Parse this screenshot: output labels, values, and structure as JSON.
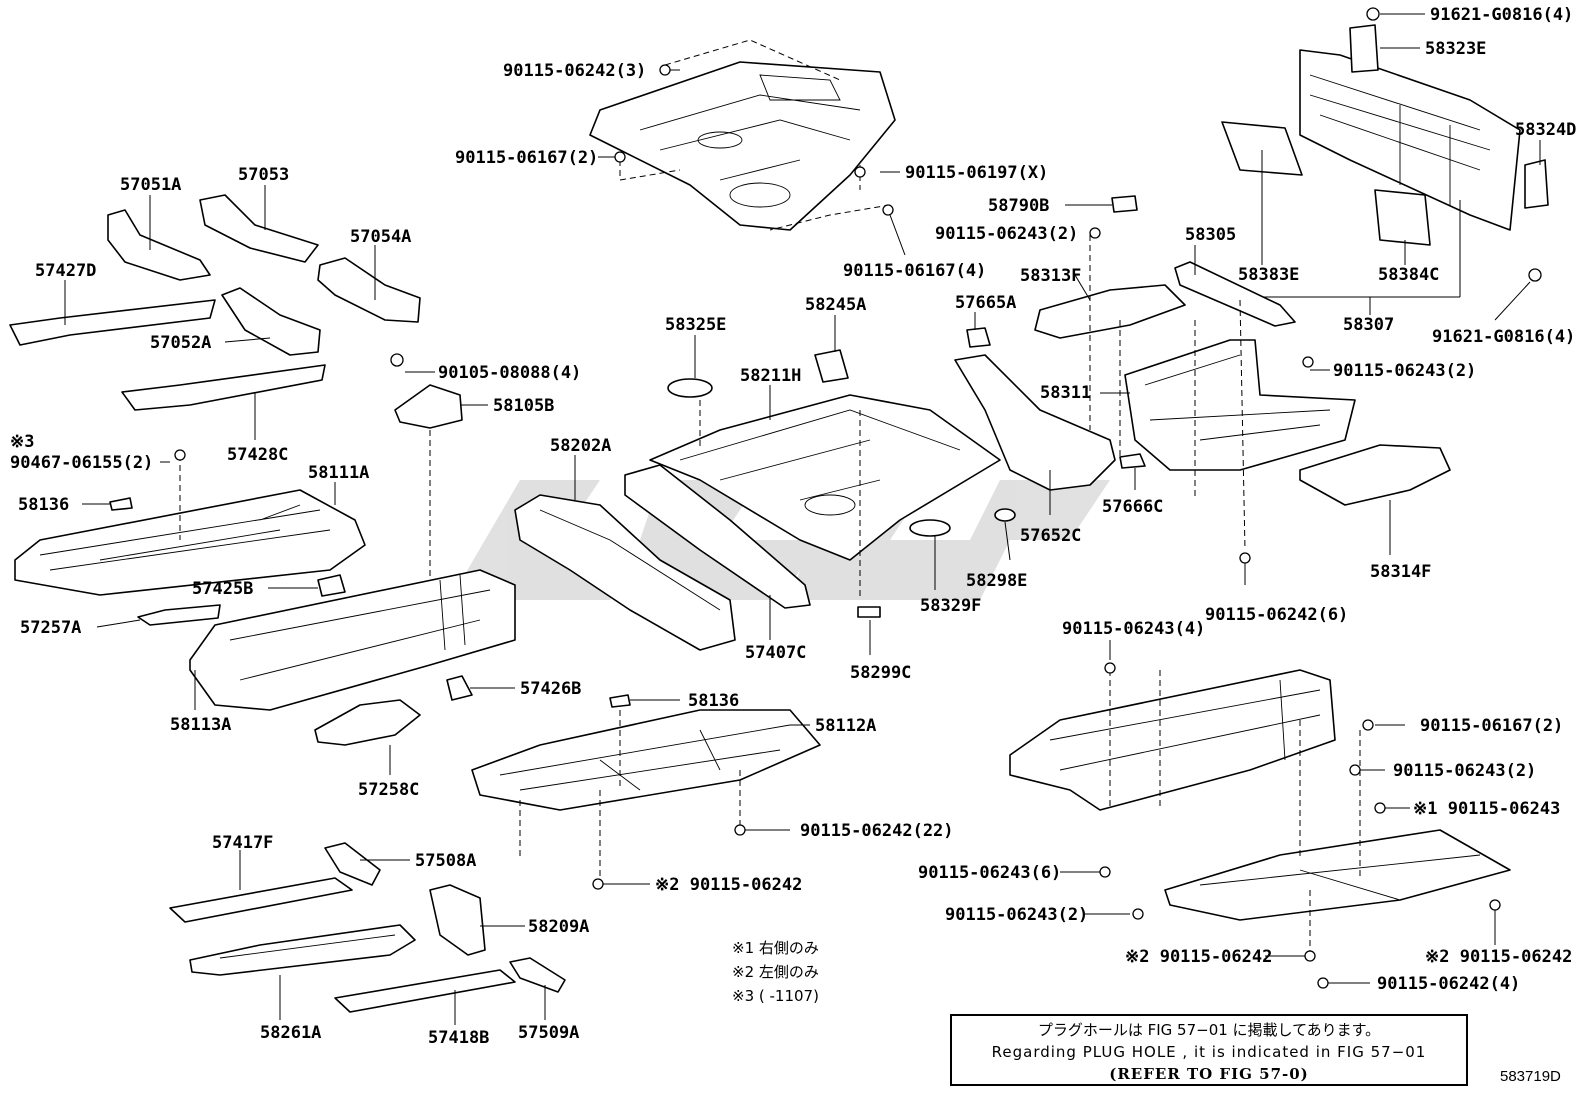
{
  "labels": {
    "p91621_top": "91621-G0816(4)",
    "p58323E": "58323E",
    "p58324D": "58324D",
    "p90115_06242_3": "90115-06242(3)",
    "p90115_06167_2": "90115-06167(2)",
    "p90115_06197_X": "90115-06197(X)",
    "p90115_06167_4": "90115-06167(4)",
    "p57051A": "57051A",
    "p57053": "57053",
    "p57054A": "57054A",
    "p57427D": "57427D",
    "p57052A": "57052A",
    "p58790B": "58790B",
    "p90115_06243_2a": "90115-06243(2)",
    "p58305": "58305",
    "p58383E": "58383E",
    "p58384C": "58384C",
    "p58307": "58307",
    "p91621_bottom": "91621-G0816(4)",
    "p58313F": "58313F",
    "p57665A": "57665A",
    "p58325E": "58325E",
    "p58245A": "58245A",
    "p90105_08088": "90105-08088(4)",
    "p58211H": "58211H",
    "p58105B": "58105B",
    "p58311": "58311",
    "p90115_06243_2b": "90115-06243(2)",
    "p57428C": "57428C",
    "note3_mark": "※3",
    "p90467_06155": "90467-06155(2)",
    "p58111A": "58111A",
    "p58202A": "58202A",
    "p58136a": "58136",
    "p57666C": "57666C",
    "p57652C": "57652C",
    "p57425B": "57425B",
    "p58298E": "58298E",
    "p58314F": "58314F",
    "p57257A": "57257A",
    "p58329F": "58329F",
    "p90115_06242_6": "90115-06242(6)",
    "p90115_06243_4": "90115-06243(4)",
    "p57407C": "57407C",
    "p58299C": "58299C",
    "p58113A": "58113A",
    "p57426B": "57426B",
    "p58136b": "58136",
    "p58112A": "58112A",
    "p90115_06167_2b": "90115-06167(2)",
    "p57258C": "57258C",
    "p90115_06243_2c": "90115-06243(2)",
    "p90115_06243_x1": "※1 90115-06243",
    "p90115_06242_22": "90115-06242(22)",
    "p57417F": "57417F",
    "p90115_06243_6": "90115-06243(6)",
    "p57508A": "57508A",
    "p90115_06242_x2a": "※2 90115-06242",
    "p90115_06243_2d": "90115-06243(2)",
    "p58209A": "58209A",
    "p90115_06242_x2b": "※2 90115-06242",
    "p90115_06242_x2c": "※2 90115-06242",
    "p90115_06242_4": "90115-06242(4)",
    "p58261A": "58261A",
    "p57418B": "57418B",
    "p57509A": "57509A"
  },
  "legend": {
    "note1": "※1 右側のみ",
    "note2": "※2 左側のみ",
    "note3": "※3 (      -1107)"
  },
  "notice": {
    "jp": "プラグホールは FIG 57−01 に掲載してあります。",
    "en": "Regarding  PLUG  HOLE , it is indicated in  FIG  57−01",
    "ref": "(REFER TO FIG 57-0)"
  },
  "figure_code": "583719D"
}
